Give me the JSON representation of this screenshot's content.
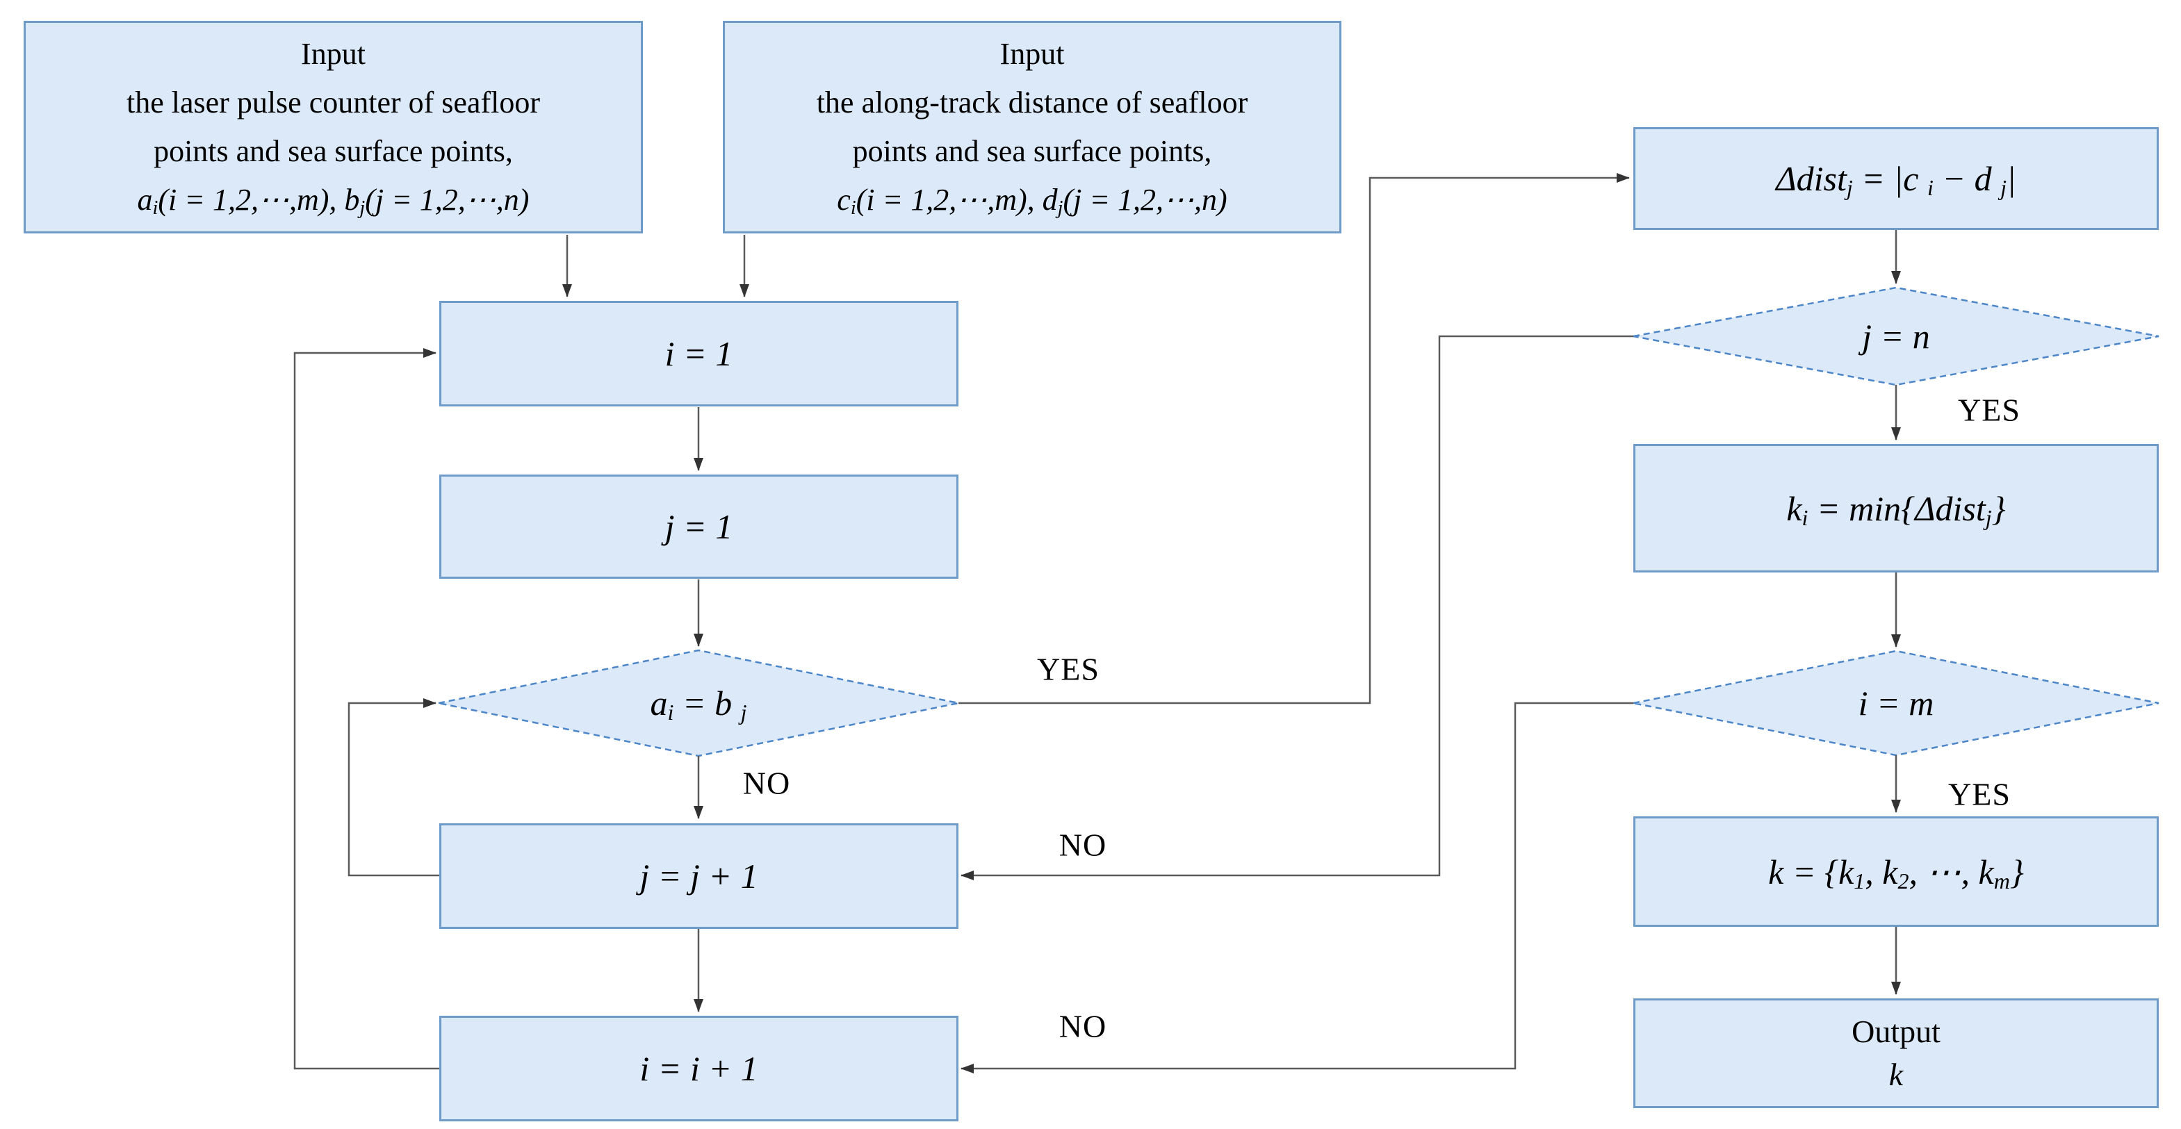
{
  "colors": {
    "box_fill": "#dbe9f8",
    "box_border": "#6e9bc8",
    "diamond_border": "#4d86c8",
    "connector_line": "#5a5a5a",
    "text": "#000000"
  },
  "nodes": {
    "input_a": {
      "line1": "Input",
      "line2": "the laser pulse counter of seafloor",
      "line3": "points and sea surface points,",
      "formula": [
        "a",
        "i",
        "(i = 1,2,⋯,m), ",
        "b",
        "j",
        "(j = 1,2,⋯,n)"
      ]
    },
    "input_b": {
      "line1": "Input",
      "line2": "the along-track distance of seafloor",
      "line3": "points and sea surface points,",
      "formula": [
        "c",
        "i",
        "(i = 1,2,⋯,m), ",
        "d",
        "j",
        "(j = 1,2,⋯,n)"
      ]
    },
    "set_i": {
      "text": "i = 1"
    },
    "set_j": {
      "text": "j = 1"
    },
    "cond_ab": {
      "formula": [
        "a",
        "i",
        " = b ",
        "j"
      ]
    },
    "inc_j": {
      "text": "j = j + 1"
    },
    "inc_i": {
      "text": "i = i + 1"
    },
    "ddist": {
      "formula": [
        "Δdist",
        "j",
        " = |c ",
        "i",
        " − d ",
        "j",
        "|"
      ]
    },
    "cond_jn": {
      "text": "j = n"
    },
    "min_k": {
      "formula": [
        "k",
        "i",
        " = min{Δdist",
        "j",
        "}"
      ]
    },
    "cond_im": {
      "text": "i = m"
    },
    "kset": {
      "formula": [
        "k = {k",
        "1",
        ", k",
        "2",
        ", ⋯, k",
        "m",
        "}"
      ]
    },
    "output": {
      "line1": "Output",
      "line2": "k"
    }
  },
  "labels": {
    "aibj_yes": "YES",
    "aibj_no": "NO",
    "jn_yes": "YES",
    "jn_no": "NO",
    "im_yes": "YES",
    "im_no": "NO"
  }
}
